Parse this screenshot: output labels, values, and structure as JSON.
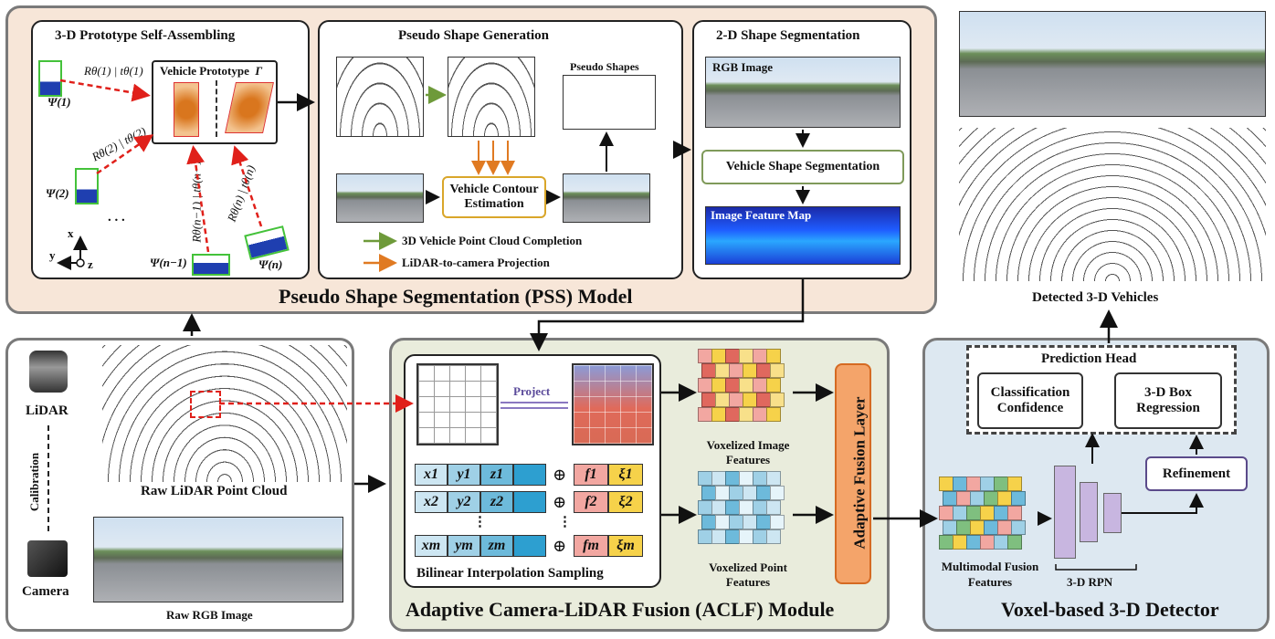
{
  "pss": {
    "title": "Pseudo Shape Segmentation (PSS) Model",
    "assembling": {
      "title": "3-D Prototype Self-Assembling",
      "prototype_label": "Vehicle Prototype",
      "prototype_symbol": "Γ",
      "psi": [
        "Ψ(1)",
        "Ψ(2)",
        "Ψ(n−1)",
        "Ψ(n)"
      ],
      "transforms": [
        "Rθ(1) | tθ(1)",
        "Rθ(2) | tθ(2)",
        "Rθ(n−1) | tθ(n−1)",
        "Rθ(n) | tθ(n)"
      ],
      "dots": ". . .",
      "axes": {
        "x": "x",
        "y": "y",
        "z": "z"
      }
    },
    "generation": {
      "title": "Pseudo Shape Generation",
      "pseudo_shapes": "Pseudo Shapes",
      "contour_box": "Vehicle Contour Estimation",
      "legend": [
        "3D Vehicle Point Cloud Completion",
        "LiDAR-to-camera Projection"
      ]
    },
    "segmentation": {
      "title": "2-D Shape Segmentation",
      "rgb_label": "RGB Image",
      "seg_box": "Vehicle Shape Segmentation",
      "feature_map_label": "Image Feature Map"
    }
  },
  "inputs": {
    "lidar": "LiDAR",
    "calibration": "Calibration",
    "camera": "Camera",
    "raw_pcd": "Raw LiDAR Point Cloud",
    "raw_rgb": "Raw RGB Image"
  },
  "aclf": {
    "title": "Adaptive Camera-LiDAR Fusion (ACLF) Module",
    "project": "Project",
    "bilinear": "Bilinear Interpolation Sampling",
    "rows": [
      {
        "x": "x1",
        "y": "y1",
        "z": "z1",
        "f": "f1",
        "xi": "ξ1"
      },
      {
        "x": "x2",
        "y": "y2",
        "z": "z2",
        "f": "f2",
        "xi": "ξ2"
      },
      {
        "x": "xm",
        "y": "ym",
        "z": "zm",
        "f": "fm",
        "xi": "ξm"
      }
    ],
    "oplus": "⊕",
    "vdots": "⋮",
    "voxel_image": "Voxelized Image Features",
    "voxel_point": "Voxelized Point Features",
    "fusion_layer": "Adaptive Fusion Layer"
  },
  "detector": {
    "title": "Voxel-based 3-D Detector",
    "prediction_head": "Prediction Head",
    "classification": "Classification Confidence",
    "box_regression": "3-D Box Regression",
    "refinement": "Refinement",
    "rpn": "3-D RPN",
    "multimodal": "Multimodal Fusion Features",
    "detected": "Detected 3-D Vehicles"
  },
  "colors": {
    "pss_bg": "#f7e6d8",
    "aclf_bg": "#e9ecdc",
    "det_bg": "#dde8f1",
    "red_arrow": "#e0201a",
    "green_arrow": "#6e9a3a",
    "orange_arrow": "#e07a22",
    "fusion_layer": "#f4a46a",
    "rpn": "#c8b6e0"
  }
}
